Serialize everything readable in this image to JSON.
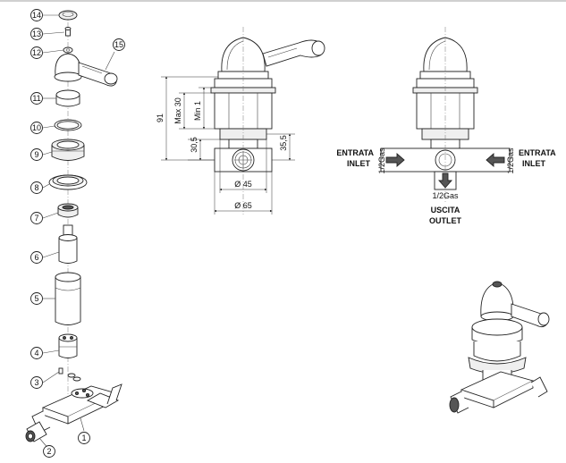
{
  "exploded_parts": [
    "14",
    "13",
    "12",
    "15",
    "11",
    "10",
    "9",
    "8",
    "7",
    "6",
    "5",
    "4",
    "3",
    "2",
    "1"
  ],
  "dimensions": {
    "height_total": "91",
    "max_30": "Max 30",
    "min_1": "Min 1",
    "d30_5": "30,5",
    "d35_5": "35,5",
    "dia_45": "Ø 45",
    "dia_65": "Ø 65"
  },
  "connections": {
    "inlet_left_it": "ENTRATA",
    "inlet_left_en": "INLET",
    "inlet_left_size": "1/2Gas",
    "inlet_right_it": "ENTRATA",
    "inlet_right_en": "INLET",
    "inlet_right_size": "1/2Gas",
    "outlet_size": "1/2Gas",
    "outlet_it": "USCITA",
    "outlet_en": "OUTLET"
  }
}
